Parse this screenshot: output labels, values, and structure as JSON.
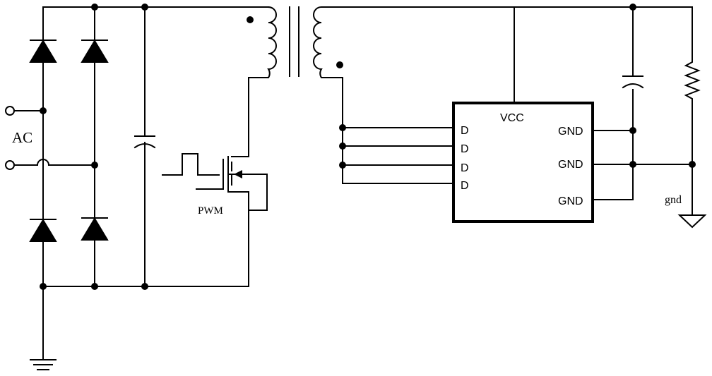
{
  "labels": {
    "ac": "AC",
    "pwm": "PWM",
    "gnd_symbol": "gnd"
  },
  "ic": {
    "vcc": "VCC",
    "left_pins": [
      "D",
      "D",
      "D",
      "D"
    ],
    "right_pins": [
      "GND",
      "GND",
      "GND"
    ]
  }
}
